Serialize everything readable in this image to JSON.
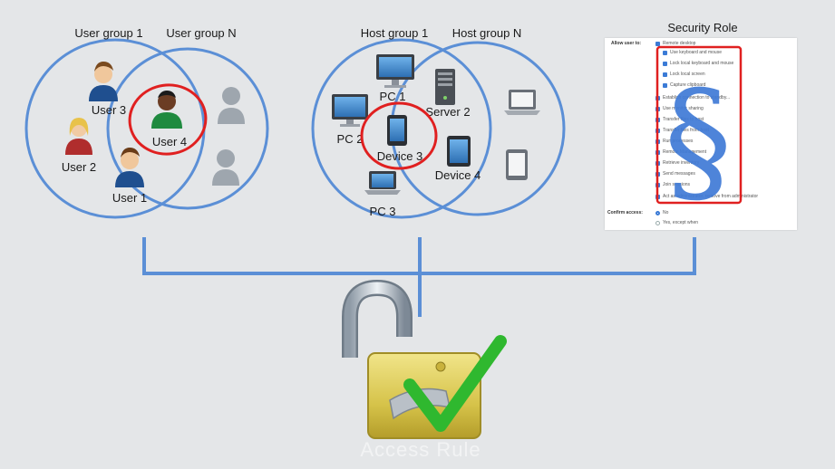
{
  "user_groups": {
    "group1_title": "User group 1",
    "groupN_title": "User group N",
    "users": [
      "User 3",
      "User 4",
      "User 2",
      "User 1"
    ]
  },
  "host_groups": {
    "group1_title": "Host group 1",
    "groupN_title": "Host group N",
    "hosts": [
      "PC 1",
      "Server 2",
      "PC 2",
      "Device 3",
      "Device 4",
      "PC 3"
    ]
  },
  "security_role": {
    "title": "Security Role",
    "allow_label": "Allow user to:",
    "items": [
      "Remote desktop",
      "Use keyboard and mouse",
      "Lock local keyboard and mouse",
      "Lock local screen",
      "Capture clipboard",
      "Establish connection to standby...",
      "Use monitor sharing",
      "Transfer files to host",
      "Transfer files from host",
      "Run processes",
      "Remote Management",
      "Retrieve inventory",
      "Send messages",
      "Join sessions",
      "Act as administrator, remove from administrator"
    ],
    "confirm_label": "Confirm access:",
    "confirm_options": [
      "No",
      "Yes, except when"
    ],
    "confirm_selected": "No"
  },
  "result": {
    "caption": "Access Rule"
  },
  "colors": {
    "connector": "#5b8fd6",
    "highlight": "#e02020",
    "check": "#2fb82f",
    "lock": "#d8c64a"
  }
}
